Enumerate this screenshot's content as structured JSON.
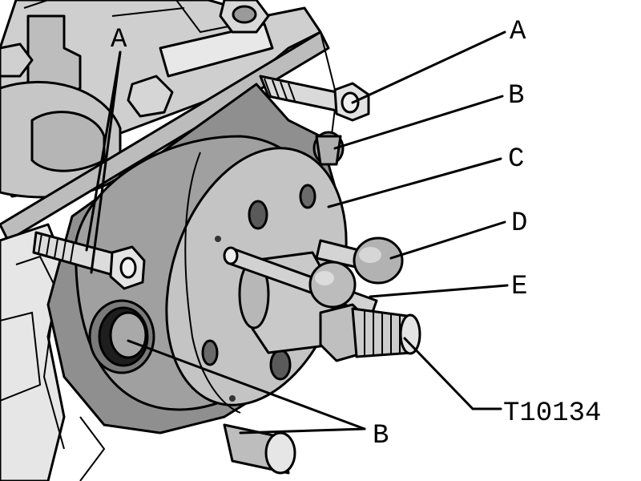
{
  "labels": {
    "a_left": "A",
    "a_right": "A",
    "b_upper": "B",
    "c": "C",
    "d": "D",
    "e": "E",
    "b_lower": "B",
    "tool": "T10134"
  },
  "colors": {
    "line": "#000000",
    "metal_dark": "#8a8a8a",
    "metal_mid": "#a3a3a3",
    "metal_light": "#c2c2c2",
    "metal_pale": "#dedede",
    "background": "#ffffff"
  }
}
